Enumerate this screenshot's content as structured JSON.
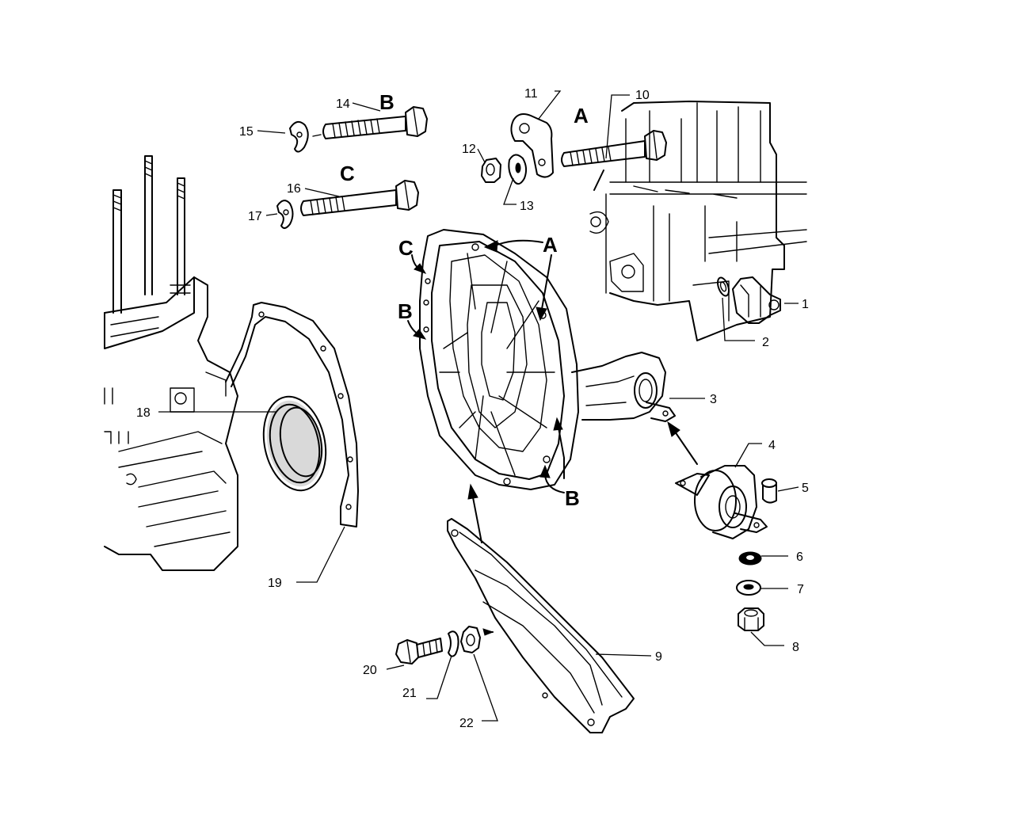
{
  "parts": {
    "p1": "1",
    "p2": "2",
    "p3": "3",
    "p4": "4",
    "p5": "5",
    "p6": "6",
    "p7": "7",
    "p8": "8",
    "p9": "9",
    "p10": "10",
    "p11": "11",
    "p12": "12",
    "p13": "13",
    "p14": "14",
    "p15": "15",
    "p16": "16",
    "p17": "17",
    "p18": "18",
    "p19": "19",
    "p20": "20",
    "p21": "21",
    "p22": "22"
  },
  "letters": {
    "a_bolt": "A",
    "b_bolt": "B",
    "c_bolt": "C",
    "a_housing": "A",
    "b_housing_upper": "B",
    "c_housing": "C",
    "b_housing_lower": "B"
  }
}
